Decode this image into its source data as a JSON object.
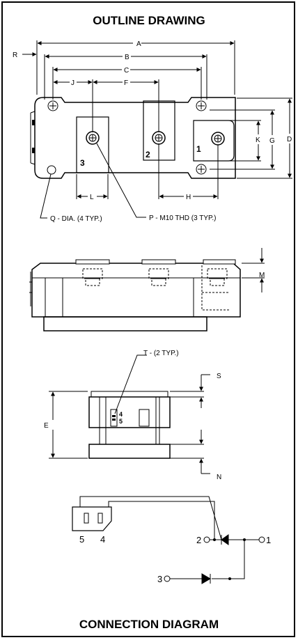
{
  "titles": {
    "top": "OUTLINE DRAWING",
    "bottom": "CONNECTION DIAGRAM"
  },
  "dimensions": {
    "A": "A",
    "B": "B",
    "C": "C",
    "D": "D",
    "E": "E",
    "F": "F",
    "G": "G",
    "H": "H",
    "J": "J",
    "K": "K",
    "L": "L",
    "M": "M",
    "N": "N",
    "R": "R",
    "S": "S"
  },
  "notes": {
    "mounting_holes": "Q - DIA. (4 TYP.)",
    "thread": "P - M10 THD (3 TYP.)",
    "terminals": "T - (2 TYP.)"
  },
  "terminal_numbers": {
    "t1": "1",
    "t2": "2",
    "t3": "3",
    "t4": "4",
    "t5": "5"
  },
  "connection": {
    "left_pin": "5",
    "right_pin": "4",
    "node_2": "2",
    "node_1": "1",
    "node_3": "3"
  }
}
